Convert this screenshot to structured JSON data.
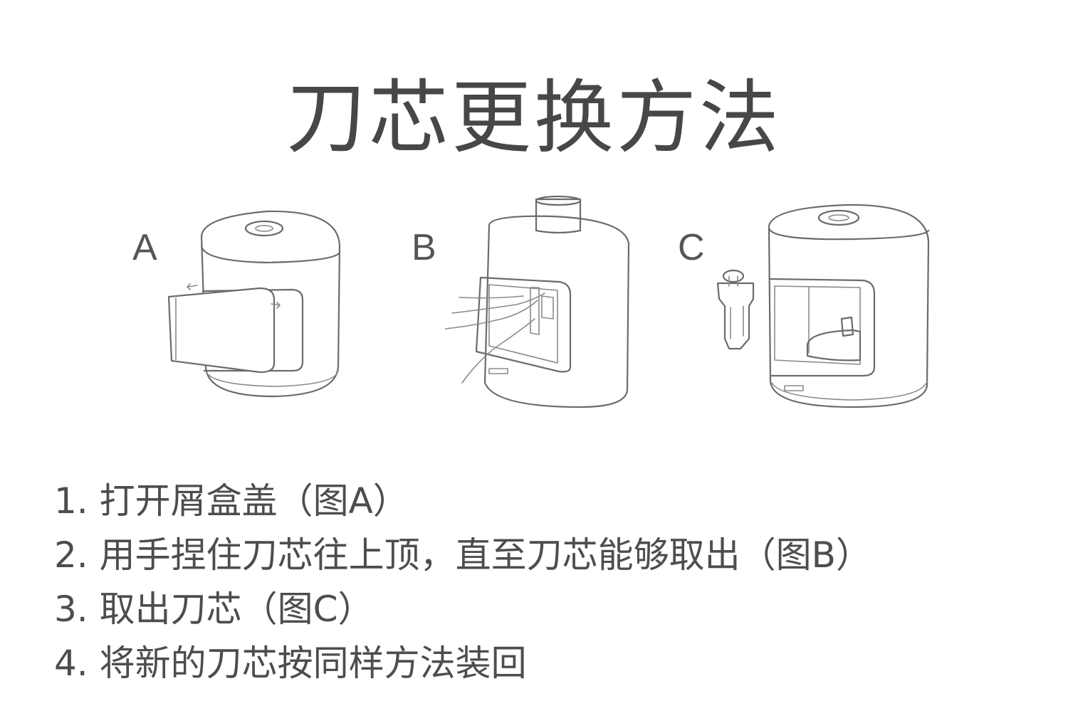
{
  "title": "刀芯更换方法",
  "figures": [
    {
      "label": "A"
    },
    {
      "label": "B"
    },
    {
      "label": "C"
    }
  ],
  "steps": [
    "1. 打开屑盒盖（图A）",
    "2. 用手捏住刀芯往上顶，直至刀芯能够取出（图B）",
    "3. 取出刀芯（图C）",
    "4. 将新的刀芯按同样方法装回"
  ]
}
